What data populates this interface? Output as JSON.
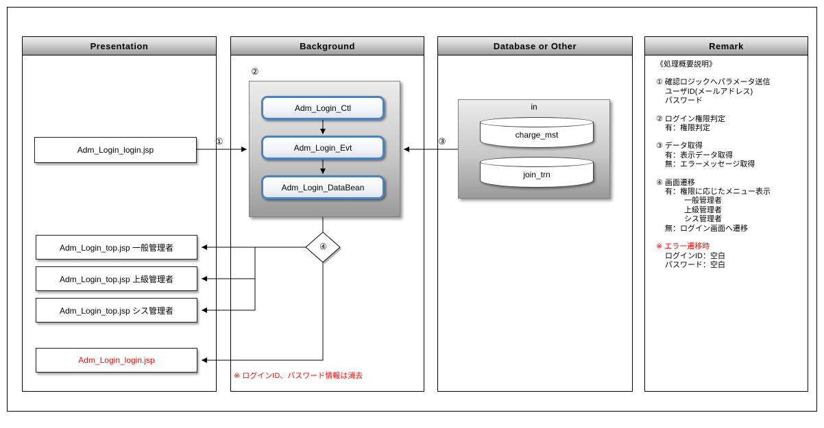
{
  "header": {
    "presentation": "Presentation",
    "background": "Background",
    "database": "Database or Other",
    "remark": "Remark"
  },
  "presentation": {
    "login_jsp": "Adm_Login_login.jsp",
    "top_general": "Adm_Login_top.jsp 一般管理者",
    "top_senior": "Adm_Login_top.jsp 上級管理者",
    "top_sys": "Adm_Login_top.jsp シス管理者",
    "login_jsp_error": "Adm_Login_login.jsp"
  },
  "background": {
    "step_label": "②",
    "ctl": "Adm_Login_Ctl",
    "evt": "Adm_Login_Evt",
    "databean": "Adm_Login_DataBean",
    "decision_label": "④",
    "note": "※ ログインID、パスワード情報は消去"
  },
  "database": {
    "group_label": "in",
    "cylinders": [
      "charge_mst",
      "join_trn"
    ]
  },
  "connectors": {
    "step1_label": "①",
    "step3_label": "③"
  },
  "remark": {
    "lines": [
      "《処理概要説明》",
      "① 確認ロジックへパラメータ送信",
      "ユーザID(メールアドレス)",
      "パスワード",
      "② ログイン権限判定",
      "有：権限判定",
      "③ データ取得",
      "有：表示データ取得",
      "無：エラーメッセージ取得",
      "④ 画面遷移",
      "有：権限に応じたメニュー表示",
      "一般管理者",
      "上級管理者",
      "シス管理者",
      "無：ログイン画面へ遷移",
      "※ エラー遷移時",
      "ログインID：空白",
      "パスワード：空白"
    ]
  },
  "colors": {
    "accent_blue": "#4f81bd",
    "alert_red": "#ff0000"
  }
}
